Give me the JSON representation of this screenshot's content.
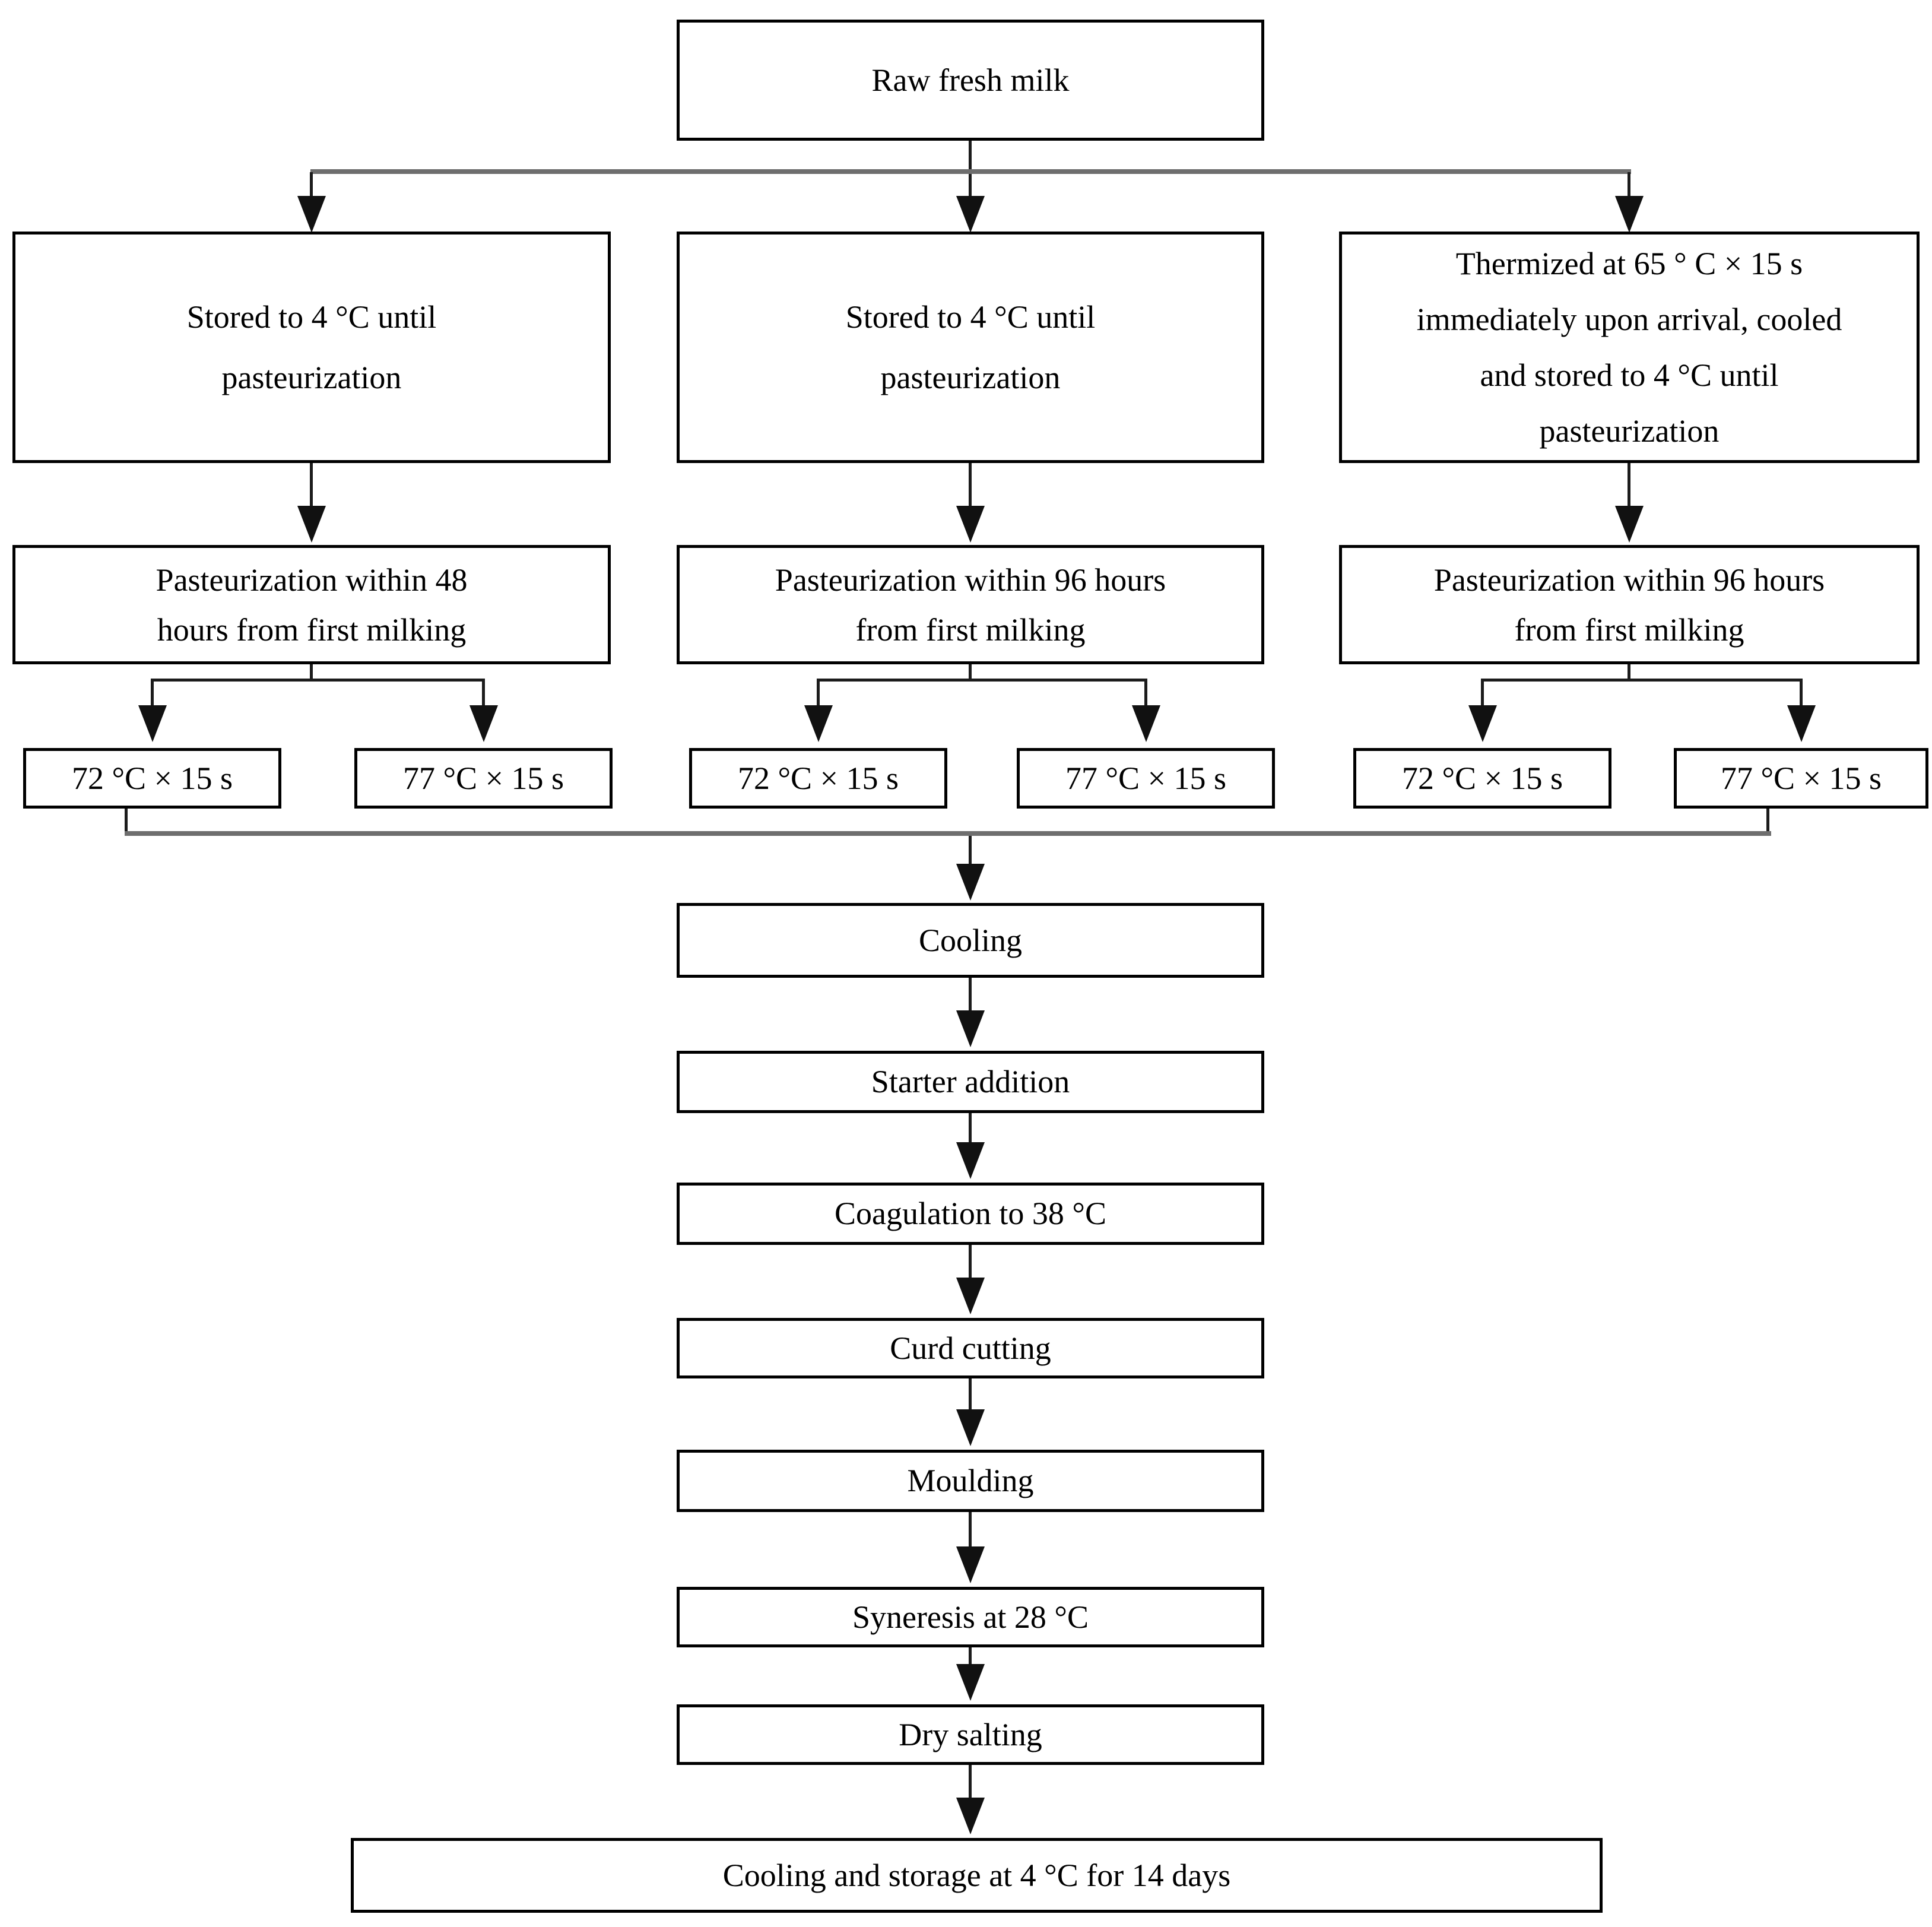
{
  "diagram_type": "flowchart",
  "colors": {
    "background": "#ffffff",
    "box_border": "#000000",
    "text": "#000000",
    "connector": "#1c1c1c",
    "connector_long_line": "#6e6e6e"
  },
  "nodes": {
    "raw": {
      "label": "Raw fresh milk"
    },
    "stored_left": {
      "label": "Stored to 4 °C until\npasteurization"
    },
    "stored_mid": {
      "label": "Stored to 4 °C until\npasteurization"
    },
    "thermized": {
      "label": "Thermized at 65 ° C × 15 s\nimmediately upon arrival, cooled\nand stored to 4 °C until\npasteurization"
    },
    "past_48h": {
      "label": "Pasteurization within 48\nhours from first milking"
    },
    "past_96h_mid": {
      "label": "Pasteurization within 96 hours\nfrom first milking"
    },
    "past_96h_right": {
      "label": "Pasteurization within 96 hours\nfrom first milking"
    },
    "temp_72_left": {
      "label": "72 °C × 15 s"
    },
    "temp_77_left": {
      "label": "77 °C × 15 s"
    },
    "temp_72_mid": {
      "label": "72 °C × 15 s"
    },
    "temp_77_mid": {
      "label": "77 °C × 15 s"
    },
    "temp_72_right": {
      "label": "72 °C × 15 s"
    },
    "temp_77_right": {
      "label": "77 °C × 15 s"
    },
    "cooling": {
      "label": "Cooling"
    },
    "starter_addition": {
      "label": "Starter addition"
    },
    "coagulation": {
      "label": "Coagulation to 38 °C"
    },
    "curd_cutting": {
      "label": "Curd cutting"
    },
    "moulding": {
      "label": "Moulding"
    },
    "syneresis": {
      "label": "Syneresis at 28 °C"
    },
    "dry_salting": {
      "label": "Dry salting"
    },
    "cooling_storage": {
      "label": "Cooling and storage at 4 °C for 14 days"
    }
  },
  "edges": [
    {
      "from": "raw",
      "to": "stored_left"
    },
    {
      "from": "raw",
      "to": "stored_mid"
    },
    {
      "from": "raw",
      "to": "thermized"
    },
    {
      "from": "stored_left",
      "to": "past_48h"
    },
    {
      "from": "stored_mid",
      "to": "past_96h_mid"
    },
    {
      "from": "thermized",
      "to": "past_96h_right"
    },
    {
      "from": "past_48h",
      "to": "temp_72_left"
    },
    {
      "from": "past_48h",
      "to": "temp_77_left"
    },
    {
      "from": "past_96h_mid",
      "to": "temp_72_mid"
    },
    {
      "from": "past_96h_mid",
      "to": "temp_77_mid"
    },
    {
      "from": "past_96h_right",
      "to": "temp_72_right"
    },
    {
      "from": "past_96h_right",
      "to": "temp_77_right"
    },
    {
      "from": "temp_72_left",
      "to": "cooling"
    },
    {
      "from": "temp_77_left",
      "to": "cooling"
    },
    {
      "from": "temp_72_mid",
      "to": "cooling"
    },
    {
      "from": "temp_77_mid",
      "to": "cooling"
    },
    {
      "from": "temp_72_right",
      "to": "cooling"
    },
    {
      "from": "temp_77_right",
      "to": "cooling"
    },
    {
      "from": "cooling",
      "to": "starter_addition"
    },
    {
      "from": "starter_addition",
      "to": "coagulation"
    },
    {
      "from": "coagulation",
      "to": "curd_cutting"
    },
    {
      "from": "curd_cutting",
      "to": "moulding"
    },
    {
      "from": "moulding",
      "to": "syneresis"
    },
    {
      "from": "syneresis",
      "to": "dry_salting"
    },
    {
      "from": "dry_salting",
      "to": "cooling_storage"
    }
  ]
}
